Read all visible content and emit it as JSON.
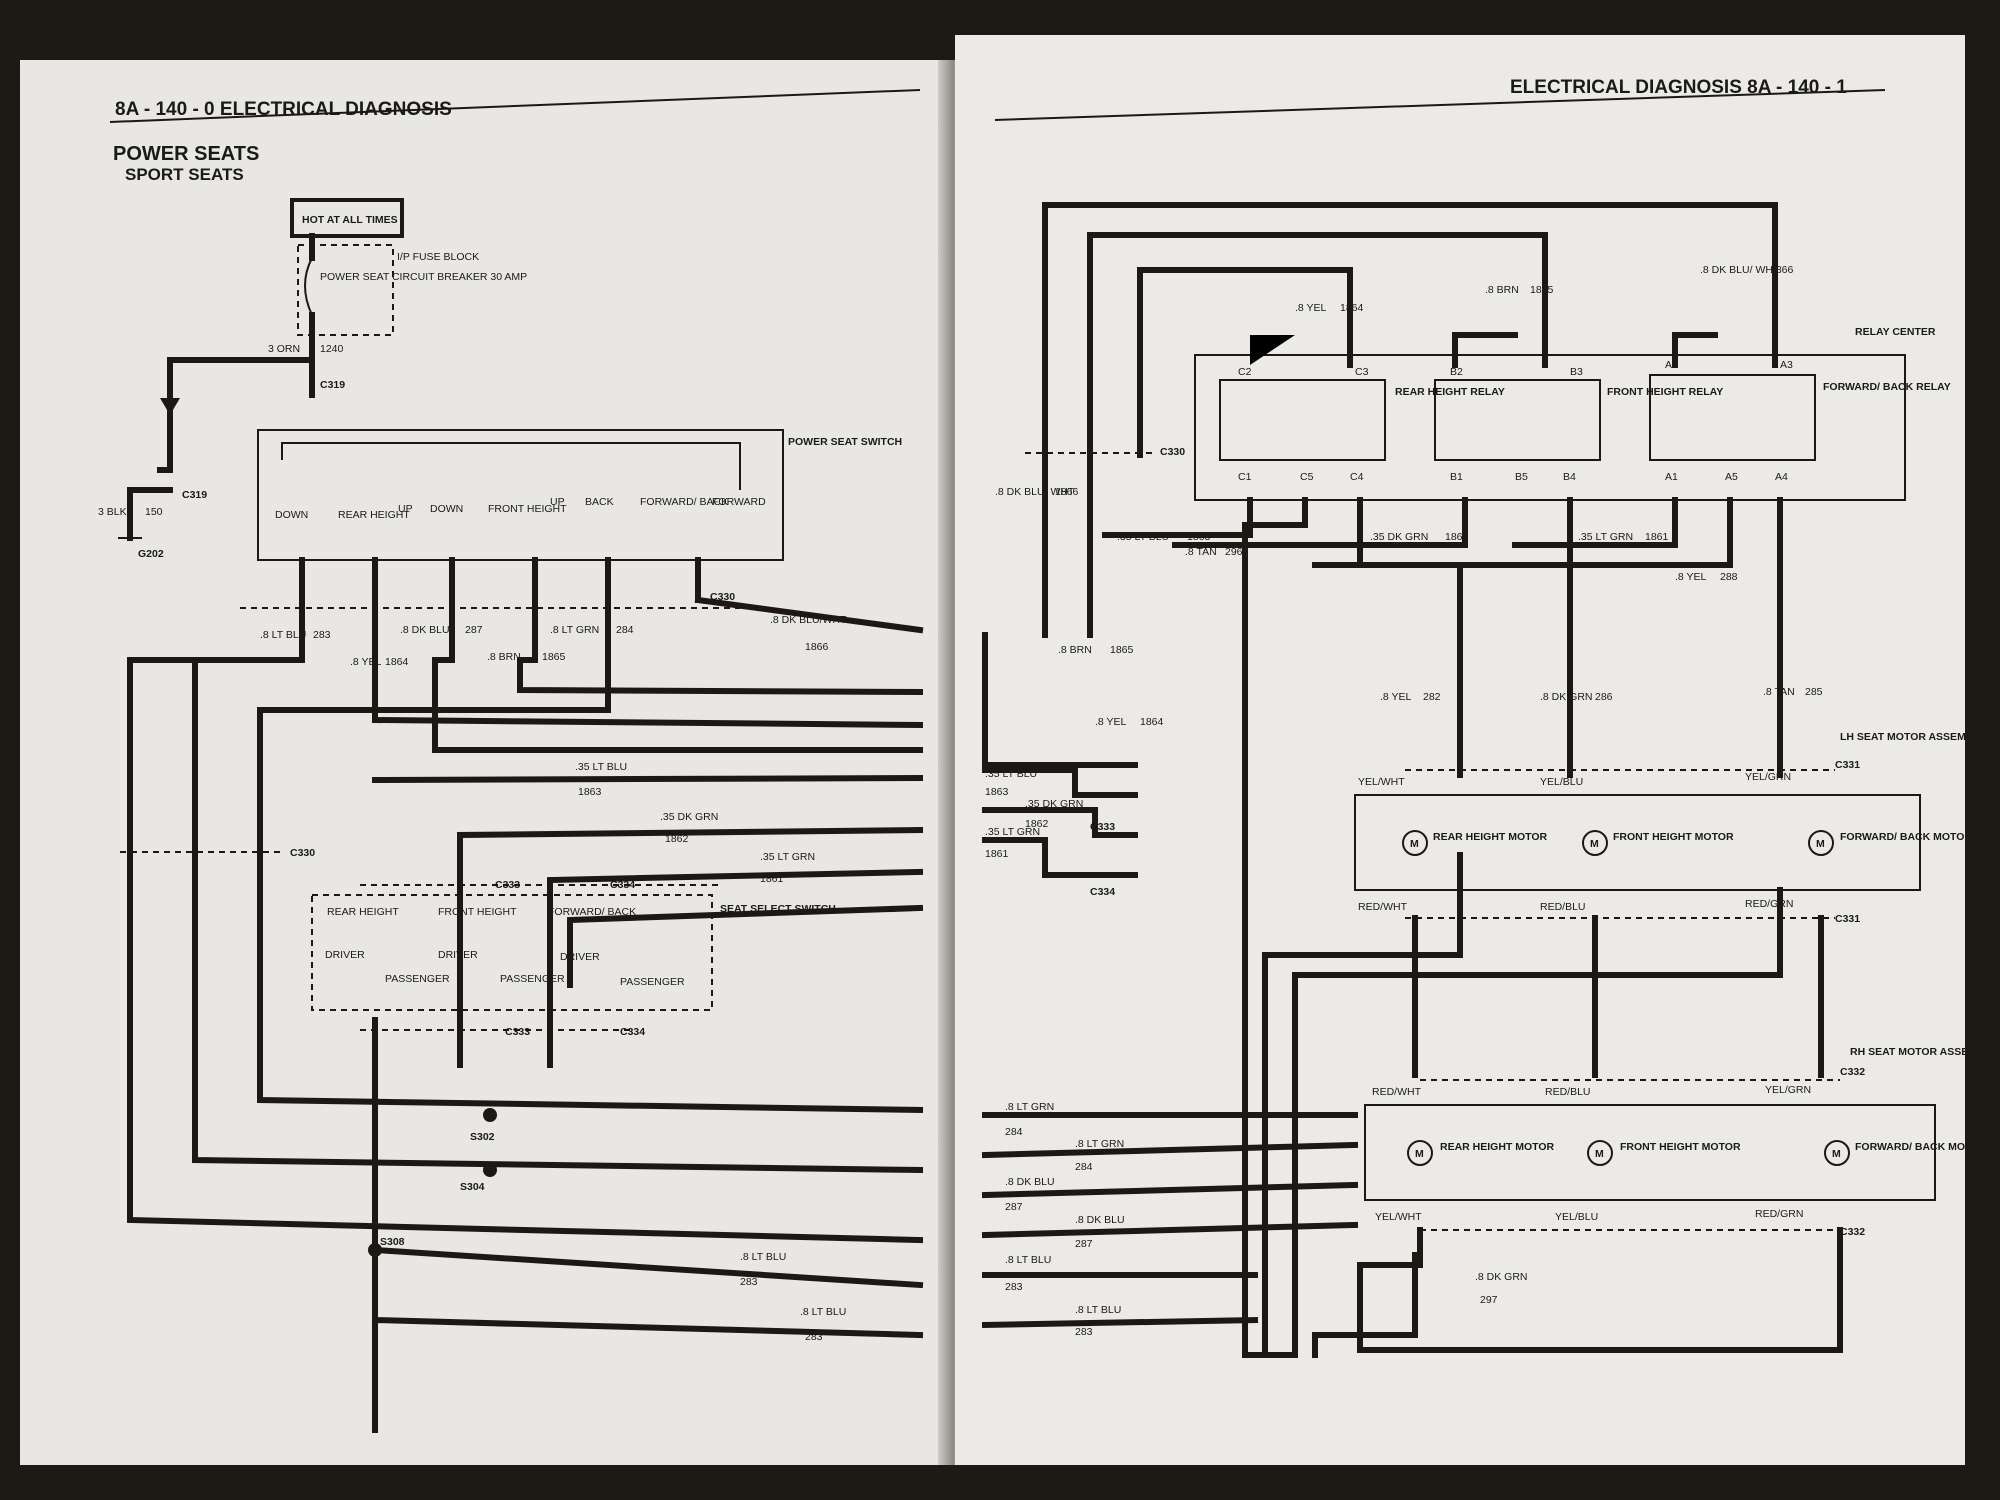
{
  "left_page": {
    "header": "8A - 140 - 0  ELECTRICAL DIAGNOSIS",
    "title": "POWER SEATS",
    "subtitle": "SPORT SEATS",
    "hot_label": "HOT AT ALL TIMES",
    "fuse_block_label": "I/P FUSE BLOCK",
    "breaker_label": "POWER SEAT CIRCUIT BREAKER 30 AMP",
    "power_wire": "3 ORN",
    "power_circuit": "1240",
    "ground_wire": "3 BLK",
    "ground_circuit": "150",
    "ground_point": "G202",
    "c319": "C319",
    "c330": "C330",
    "c333": "C333",
    "c334": "C334",
    "switch_label": "POWER SEAT SWITCH",
    "switch_positions": [
      "DOWN",
      "REAR HEIGHT",
      "UP",
      "DOWN",
      "FRONT HEIGHT",
      "UP",
      "BACK",
      "FORWARD/ BACK",
      "FORWARD"
    ],
    "select_switch_label": "SEAT SELECT SWITCH",
    "select_sections": [
      "REAR HEIGHT",
      "FRONT HEIGHT",
      "FORWARD/ BACK"
    ],
    "driver": "DRIVER",
    "passenger": "PASSENGER",
    "splices": [
      "S302",
      "S304",
      "S308"
    ],
    "wires": [
      {
        "name": ".8 LT BLU",
        "circuit": "283"
      },
      {
        "name": ".8 DK BLU",
        "circuit": "287"
      },
      {
        "name": ".8 YEL",
        "circuit": "1864"
      },
      {
        "name": ".8 BRN",
        "circuit": "1865"
      },
      {
        "name": ".8 LT GRN",
        "circuit": "284"
      },
      {
        "name": ".8 DK BLU/WHT",
        "circuit": "1866"
      },
      {
        "name": ".35 LT BLU",
        "circuit": "1863"
      },
      {
        "name": ".35 DK GRN",
        "circuit": "1862"
      },
      {
        "name": ".35 LT GRN",
        "circuit": "1861"
      }
    ]
  },
  "right_page": {
    "header": "ELECTRICAL DIAGNOSIS  8A - 140 - 1",
    "relay_center": "RELAY CENTER",
    "relays": [
      {
        "name": "REAR HEIGHT RELAY",
        "pins": [
          "C2",
          "C3",
          "C1",
          "C5",
          "C4"
        ]
      },
      {
        "name": "FRONT HEIGHT RELAY",
        "pins": [
          "B2",
          "B3",
          "B1",
          "B5",
          "B4"
        ]
      },
      {
        "name": "FORWARD/ BACK RELAY",
        "pins": [
          "A2",
          "A3",
          "A1",
          "A5",
          "A4"
        ]
      }
    ],
    "lh_assembly": "LH SEAT MOTOR ASSEMBLY",
    "rh_assembly": "RH SEAT MOTOR ASSEMBLY",
    "motors": [
      "REAR HEIGHT MOTOR",
      "FRONT HEIGHT MOTOR",
      "FORWARD/ BACK MOTOR"
    ],
    "motor_symbol": "M",
    "c330": "C330",
    "c331": "C331",
    "c332": "C332",
    "c333": "C333",
    "c334": "C334",
    "top_wires": [
      {
        "name": ".8 YEL",
        "circuit": "1864"
      },
      {
        "name": ".8 BRN",
        "circuit": "1865"
      },
      {
        "name": ".8 DK BLU/ WHT",
        "circuit": "1866"
      }
    ],
    "relay_out": [
      {
        "name": ".35 LT BLU",
        "circuit": "1863"
      },
      {
        "name": ".8 TAN",
        "circuit": "296"
      },
      {
        "name": ".35 DK GRN",
        "circuit": "1862"
      },
      {
        "name": ".35 LT GRN",
        "circuit": "1861"
      },
      {
        "name": ".8 YEL",
        "circuit": "288"
      }
    ],
    "motor_wires": [
      {
        "name": ".8 YEL",
        "circuit": "282"
      },
      {
        "name": ".8 DK GRN",
        "circuit": "286"
      },
      {
        "name": ".8 TAN",
        "circuit": "285"
      },
      {
        "name": ".8 DK GRN",
        "circuit": "297"
      }
    ],
    "motor_colors": [
      "YEL/WHT",
      "YEL/BLU",
      "YEL/GRN",
      "RED/WHT",
      "RED/BLU",
      "RED/GRN"
    ],
    "left_wires": [
      {
        "name": ".8 LT GRN",
        "circuit": "284"
      },
      {
        "name": ".8 DK BLU",
        "circuit": "287"
      },
      {
        "name": ".8 LT BLU",
        "circuit": "283"
      },
      {
        "name": ".8 BRN",
        "circuit": "1865"
      },
      {
        "name": ".8 YEL",
        "circuit": "1864"
      },
      {
        "name": ".8 DK BLU/ WHT",
        "circuit": "1866"
      }
    ]
  }
}
